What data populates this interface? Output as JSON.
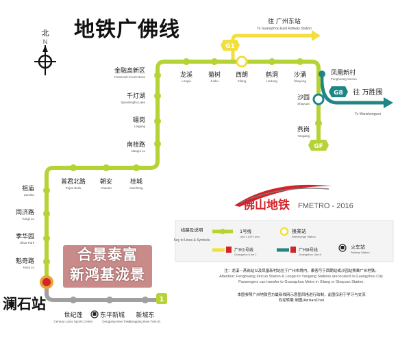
{
  "title": "地铁广佛线",
  "north_label": "北",
  "north_letter": "N",
  "highlight": {
    "line1": "合景泰富",
    "line2": "新鸿基泷景"
  },
  "marker_station": "澜石站",
  "brand": {
    "cn": "佛山地铁",
    "en": "FMETRO - 2016"
  },
  "badges": {
    "g1": "G1",
    "gf": "GF",
    "g8": "G8",
    "l1": "1"
  },
  "destinations": {
    "east_station": {
      "cn": "往 广州东站",
      "en": "To Guangzhou East Railway Station"
    },
    "wanshengwei": {
      "cn": "往 万胜围",
      "en": "To Wanshengwei"
    }
  },
  "stations": [
    {
      "id": "jinrong",
      "cn": "金融高新区",
      "en": "Financial Hi-tech Zone"
    },
    {
      "id": "qiandeng",
      "cn": "千灯湖",
      "en": "Qiandenghu Lake"
    },
    {
      "id": "leigang",
      "cn": "礌岗",
      "en": "Leigang"
    },
    {
      "id": "nangui",
      "cn": "南桂路",
      "en": "Nangui Lu"
    },
    {
      "id": "guicheng",
      "cn": "桂城",
      "en": "Guicheng"
    },
    {
      "id": "chaoan",
      "cn": "朝安",
      "en": "Chaoan"
    },
    {
      "id": "pujun",
      "cn": "普君北路",
      "en": "Pujun Beilu"
    },
    {
      "id": "zumiao",
      "cn": "祖庙",
      "en": "Zumiao"
    },
    {
      "id": "tongji",
      "cn": "同济路",
      "en": "Tongji Lu"
    },
    {
      "id": "jihua",
      "cn": "季华园",
      "en": "Jihua Park"
    },
    {
      "id": "kuiqi",
      "cn": "魁奇路",
      "en": "Kuiqi Lu"
    },
    {
      "id": "shijilian",
      "cn": "世纪莲",
      "en": "Century Lotus Sports Center"
    },
    {
      "id": "dongping",
      "cn": "东平新城",
      "en": "Dongping New Town"
    },
    {
      "id": "xinchengdong",
      "cn": "新城东",
      "en": "Dongping New Town E."
    },
    {
      "id": "longxi",
      "cn": "龙溪",
      "en": "Longxi"
    },
    {
      "id": "jushu",
      "cn": "菊树",
      "en": "Jushu"
    },
    {
      "id": "xilang",
      "cn": "西朗",
      "en": "Xilang"
    },
    {
      "id": "hedong",
      "cn": "鹤洞",
      "en": "Hedong"
    },
    {
      "id": "shayong",
      "cn": "沙涌",
      "en": "Shayong"
    },
    {
      "id": "fenghuang",
      "cn": "凤凰新村",
      "en": "Fenghuang Xincun"
    },
    {
      "id": "shayuan",
      "cn": "沙园",
      "en": "Shayuan"
    },
    {
      "id": "yangang",
      "cn": "燕岗",
      "en": "Yangang"
    }
  ],
  "legend": {
    "heading": "线路及说明",
    "heading_en": "Key to Lines & Symbols",
    "line1": "1号线",
    "line1_en": "Line 1 (GF Line)",
    "transfer": "换乘站",
    "transfer_en": "Interchange Station",
    "gz1": "广州1号线",
    "gz1_en": "Guangzhou Line 1",
    "gz8": "广州8号线",
    "gz8_en": "Guangzhou Line 8",
    "rail": "火车站",
    "rail_en": "Railway Station"
  },
  "note": {
    "cn": "注：龙溪—燕岗站以及凤凰新村站位于广州市境内，乘客可于西朗站或沙园站换乘广州地铁。",
    "en1": "Attention: Fenghuang Xincun Station & Longxi to Yangang Stations are located in Guangzhou City.",
    "en2": "Passengers can transfer to Guangzhou Metro in Xilang or Shayuan Station.",
    "credit1": "本图参照广州地铁官方最新线网示意图风格进行绘制，此图仅用于学习与交流",
    "credit2": "欢迎转载   制图/AdrianChoi"
  },
  "colors": {
    "gf_line": "#b5d334",
    "gz1_line": "#f2de3c",
    "gz8_line": "#1f8585",
    "south_ext": "#a0a0a0",
    "station_fill": "#b5d334",
    "brand_red": "#d4232a"
  }
}
